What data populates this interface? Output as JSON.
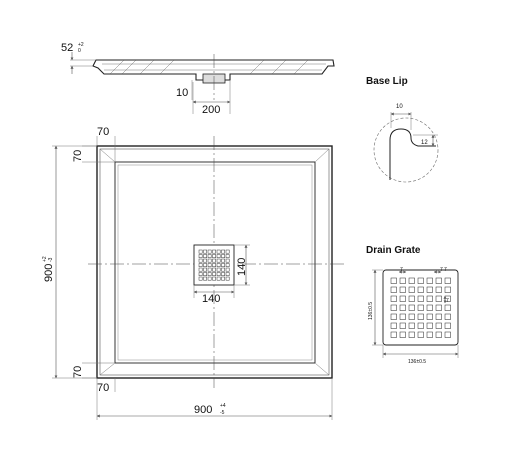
{
  "side_profile": {
    "height_value": "52",
    "height_tol_upper": "+2",
    "height_tol_lower": "0",
    "outlet_depth": "10",
    "outlet_width": "200"
  },
  "plan": {
    "edge_top_left": "70",
    "edge_left_top": "70",
    "edge_left_bottom": "70",
    "edge_bottom_left": "70",
    "side_height_value": "900",
    "side_height_tol_upper": "+2",
    "side_height_tol_lower": "-3",
    "width_value": "900",
    "width_tol_upper": "+4",
    "width_tol_lower": "-5",
    "grate_height": "140",
    "grate_width": "140"
  },
  "base_lip": {
    "title": "Base Lip",
    "dim_top": "10",
    "dim_side": "12"
  },
  "drain_grate": {
    "title": "Drain Grate",
    "dim_pitch_a": "7",
    "dim_pitch_b": "7",
    "dim_pitch_c": "7",
    "dim_pitch_d": "7",
    "dim_height": "136±0.5",
    "dim_width": "136±0.5"
  }
}
